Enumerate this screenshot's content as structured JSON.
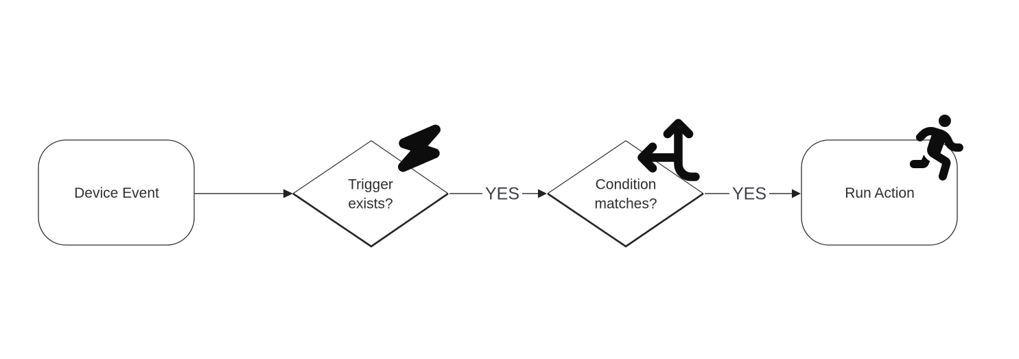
{
  "meta": {
    "background_color": "#ffffff",
    "line_color": "#3a3a3a",
    "icon_color": "#0d0d0d",
    "text_color": "#2e2e2e"
  },
  "flowchart": {
    "nodes": [
      {
        "id": "device-event",
        "shape": "rounded-rectangle",
        "label": "Device Event",
        "icon": null
      },
      {
        "id": "trigger-exists",
        "shape": "diamond",
        "label": "Trigger\nexists?",
        "icon": "lightning-bolt"
      },
      {
        "id": "condition-matches",
        "shape": "diamond",
        "label": "Condition\nmatches?",
        "icon": "split-arrows"
      },
      {
        "id": "run-action",
        "shape": "rounded-rectangle",
        "label": "Run Action",
        "icon": "running-person"
      }
    ],
    "edges": [
      {
        "from": "device-event",
        "to": "trigger-exists",
        "label": ""
      },
      {
        "from": "trigger-exists",
        "to": "condition-matches",
        "label": "YES"
      },
      {
        "from": "condition-matches",
        "to": "run-action",
        "label": "YES"
      }
    ]
  }
}
